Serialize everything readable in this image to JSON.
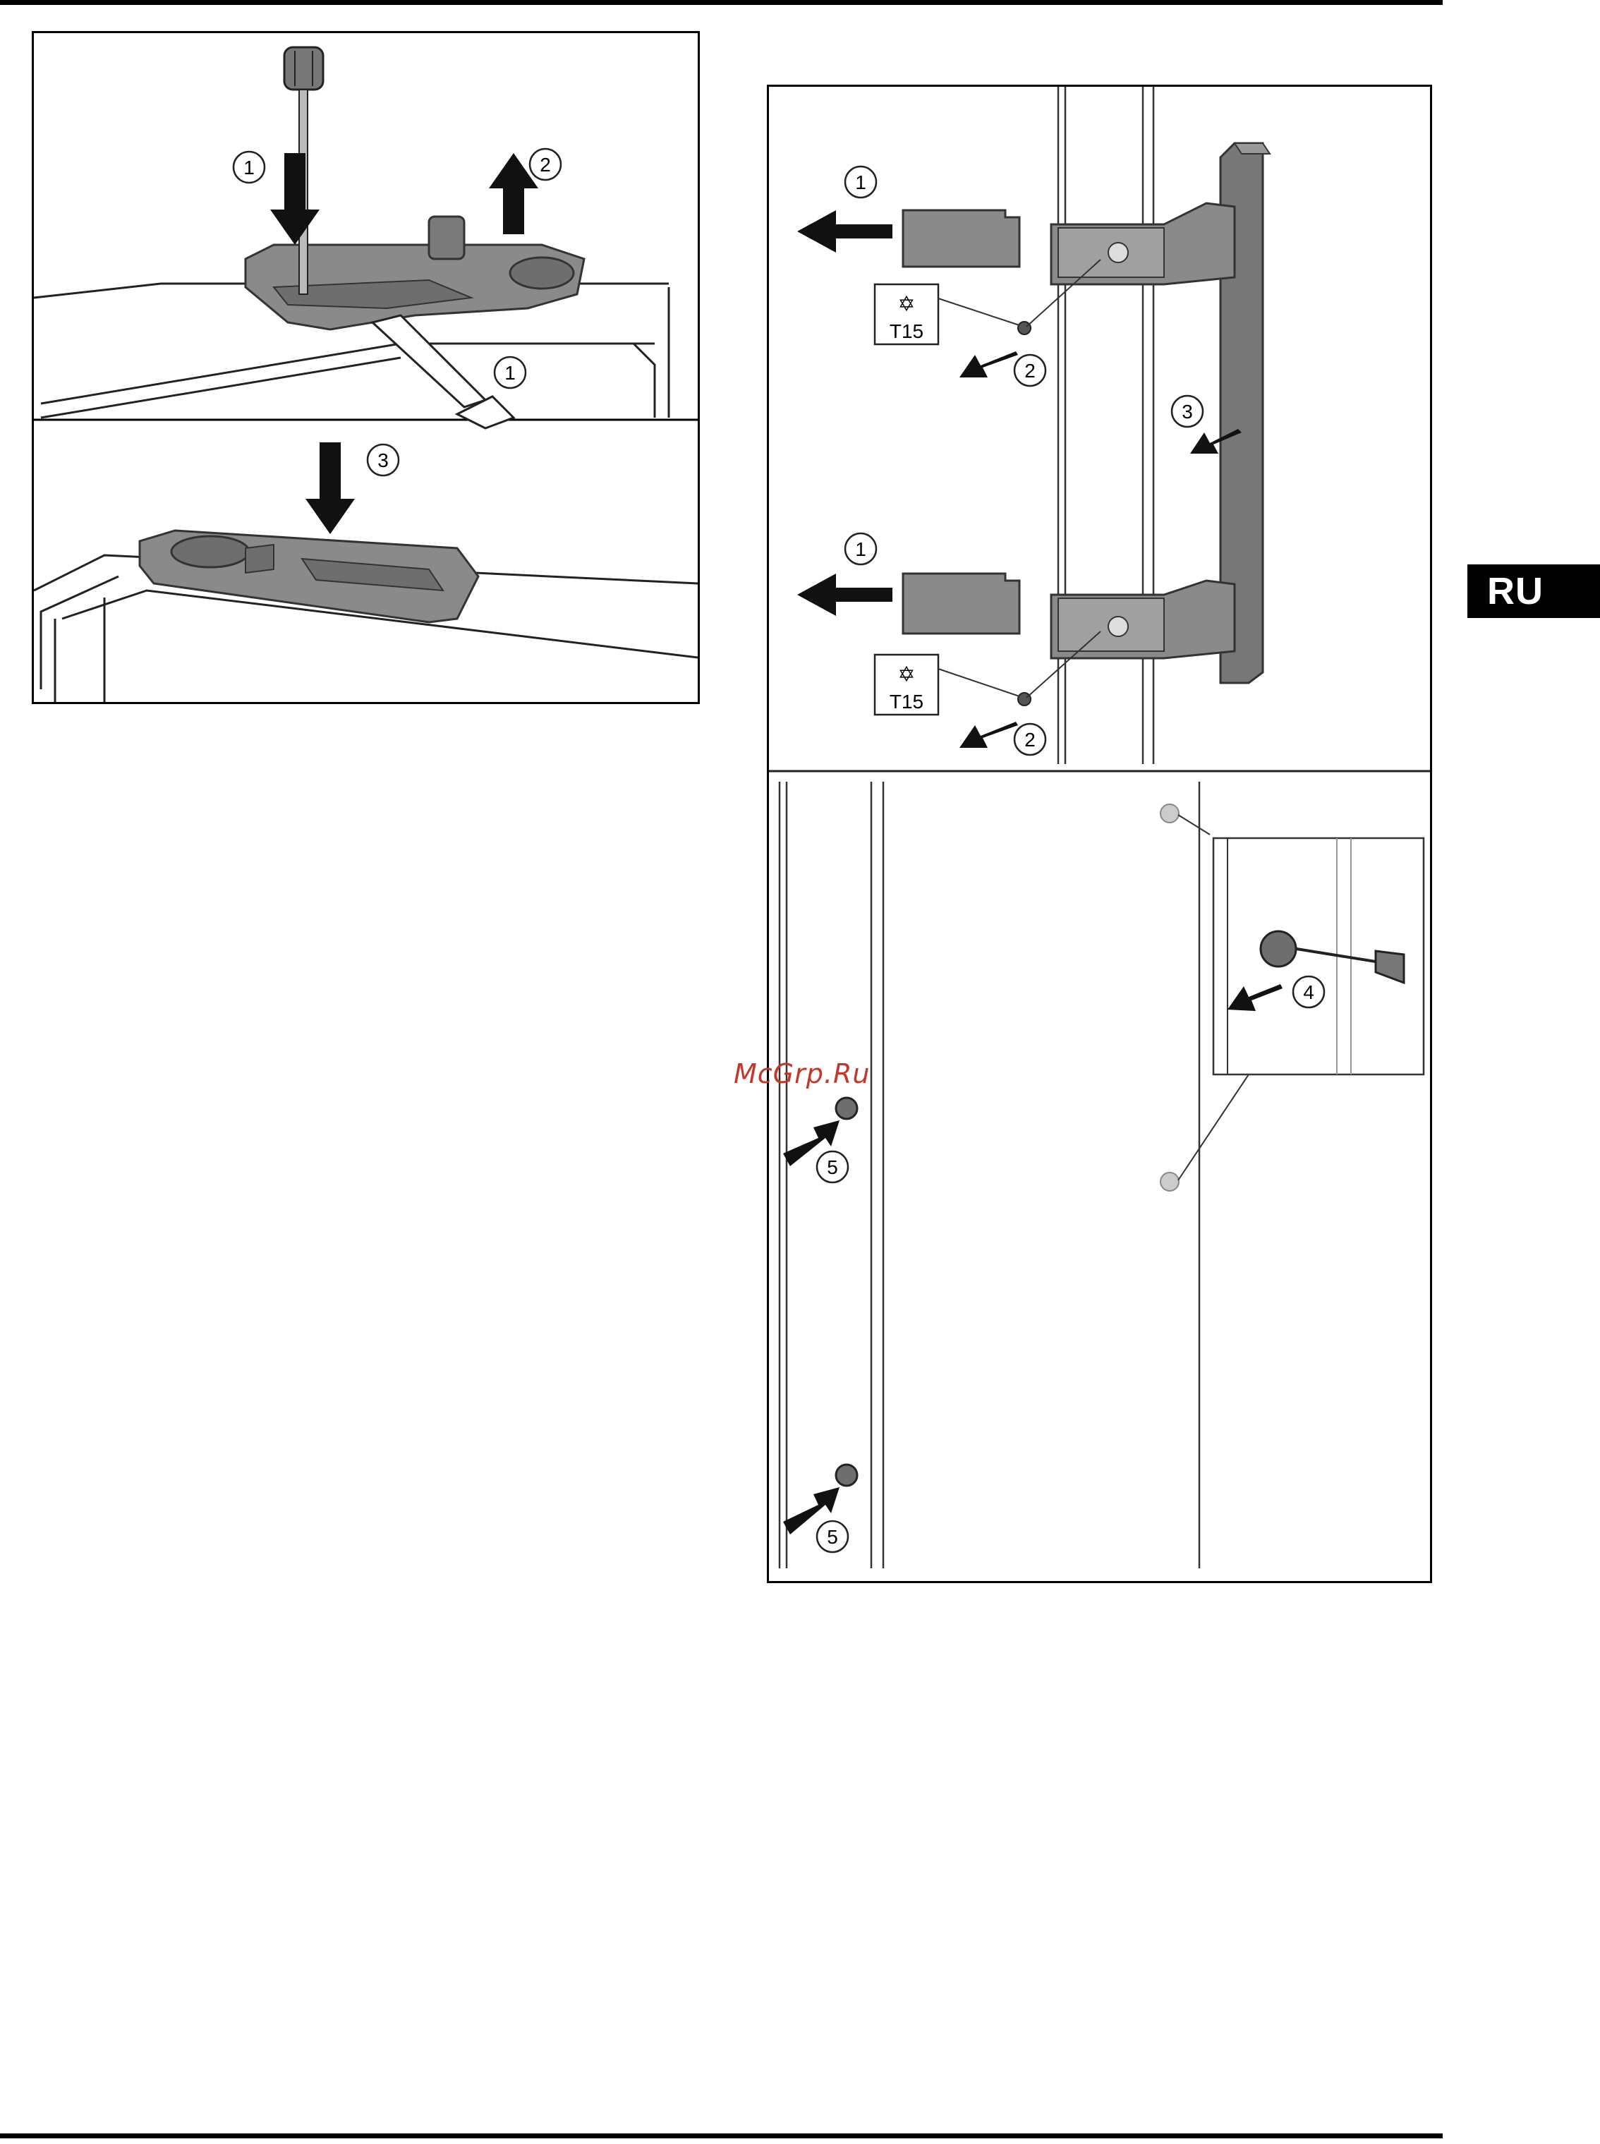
{
  "page": {
    "language_tab": "RU",
    "watermark": "McGrp.Ru"
  },
  "figure_left": {
    "step_numbers": [
      "1",
      "2",
      "1",
      "3"
    ]
  },
  "figure_right": {
    "step_numbers": [
      "1",
      "2",
      "3",
      "1",
      "2",
      "4",
      "5",
      "5"
    ],
    "tool_labels": [
      "T15",
      "T15"
    ],
    "tool_icon": "torx-icon"
  },
  "colors": {
    "part_gray": "#8a8a8a",
    "part_dark": "#5a5a5a",
    "arrow": "#111111",
    "line": "#222222"
  }
}
